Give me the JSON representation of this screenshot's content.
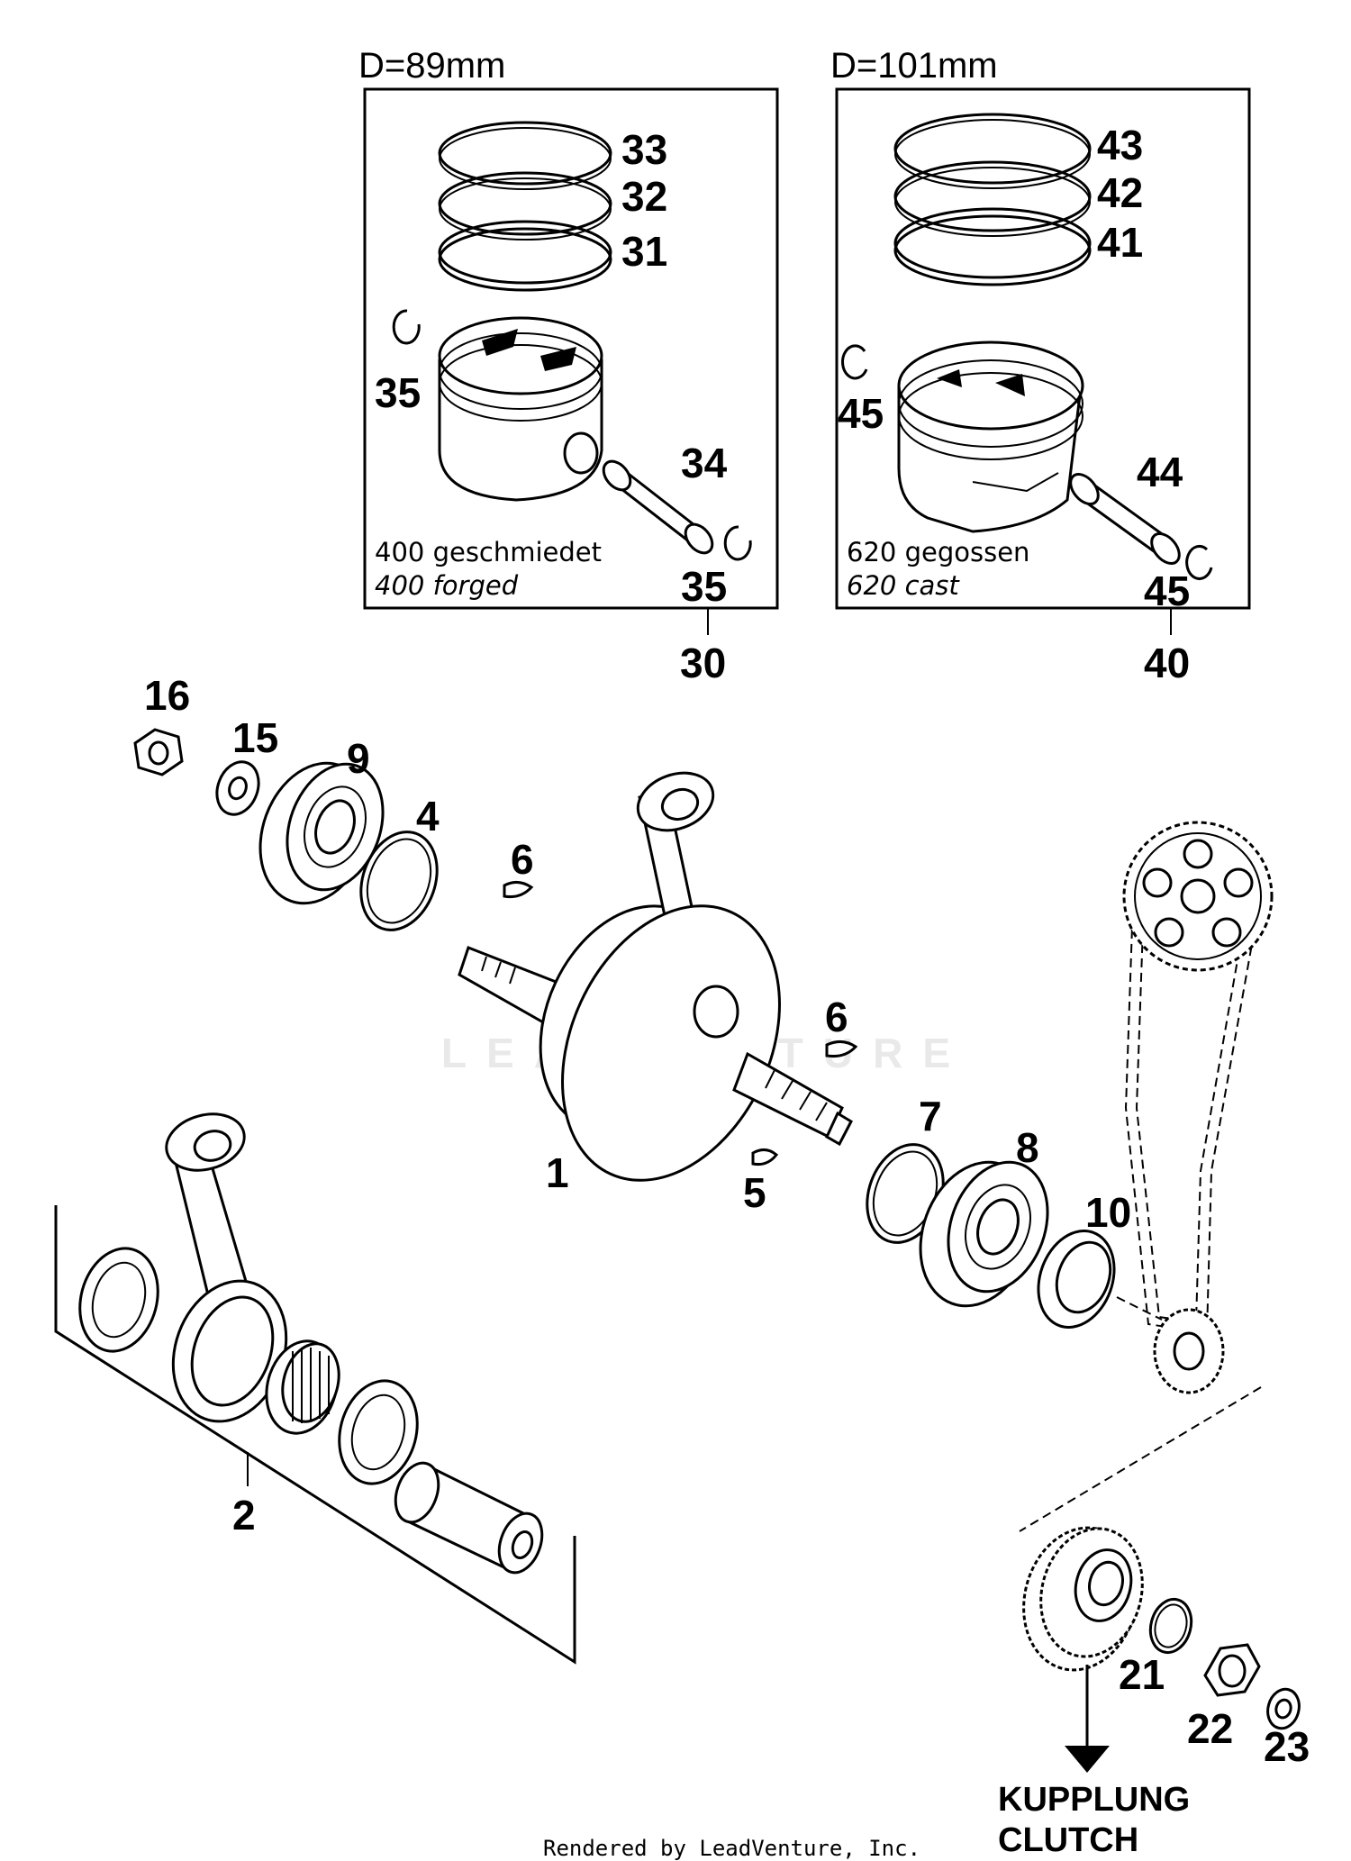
{
  "watermark": "LEADVENTURE",
  "boxes": [
    {
      "header": "D=89mm",
      "caption_de": "400 geschmiedet",
      "caption_en": "400 forged",
      "assembly_number": "30",
      "labels": {
        "ring_top": "33",
        "ring_mid": "32",
        "ring_bottom": "31",
        "clip_upper": "35",
        "pin": "34",
        "clip_lower": "35"
      }
    },
    {
      "header": "D=101mm",
      "caption_de": "620 gegossen",
      "caption_en": "620 cast",
      "assembly_number": "40",
      "labels": {
        "ring_top": "43",
        "ring_mid": "42",
        "ring_bottom": "41",
        "clip_upper": "45",
        "pin": "44",
        "clip_lower": "45"
      }
    }
  ],
  "parts": {
    "crankshaft": "1",
    "conrod_kit": "2",
    "shim_left": "4",
    "woodruff_key_lower": "5",
    "woodruff_key_left": "6",
    "woodruff_key_right": "6",
    "shim_right": "7",
    "bearing_right": "8",
    "bearing_left": "9",
    "seal_ring": "10",
    "washer_left": "15",
    "nut_left": "16",
    "circlip": "21",
    "nut_right": "22",
    "washer_right": "23"
  },
  "clutch_label_de": "KUPPLUNG",
  "clutch_label_en": "CLUTCH",
  "footer": "Rendered by LeadVenture, Inc."
}
